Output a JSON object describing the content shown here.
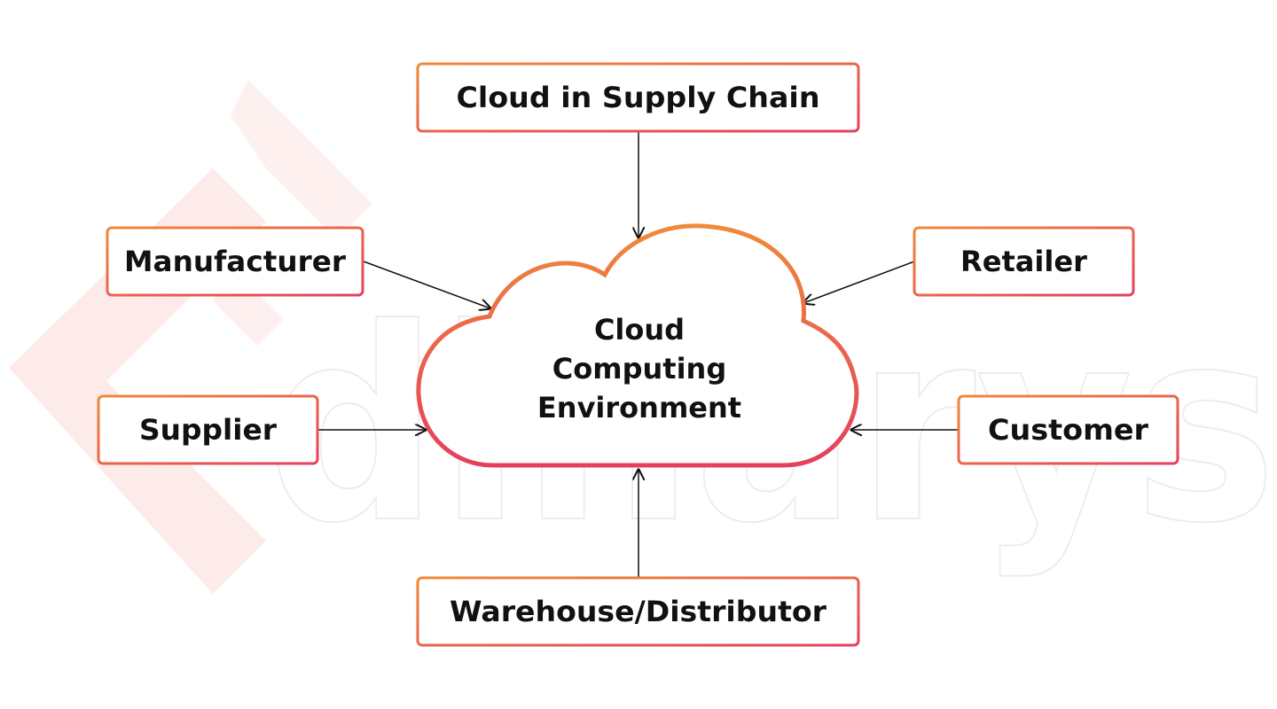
{
  "colors": {
    "border_start": "#ef8a3a",
    "border_end": "#e4405e",
    "text": "#111111",
    "arrow": "#111111",
    "watermark_fill": "#fde8e6",
    "watermark_stroke": "#ececec"
  },
  "title_box": {
    "label": "Cloud in Supply Chain"
  },
  "cloud": {
    "lines": [
      "Cloud",
      "Computing",
      "Environment"
    ]
  },
  "nodes": {
    "manufacturer": {
      "label": "Manufacturer"
    },
    "supplier": {
      "label": "Supplier"
    },
    "retailer": {
      "label": "Retailer"
    },
    "customer": {
      "label": "Customer"
    },
    "warehouse": {
      "label": "Warehouse/Distributor"
    }
  },
  "watermark": {
    "text": "dinarys"
  }
}
